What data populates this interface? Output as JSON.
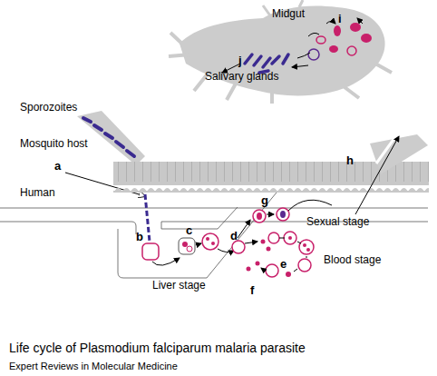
{
  "diagram": {
    "caption": "Life cycle of Plasmodium falciparum malaria parasite",
    "labels": [
      "Midgut",
      "i",
      "Salivary glands",
      "j",
      "Sporozoites",
      "Mosquito host",
      "a",
      "Human",
      "g",
      "h",
      "c",
      "b",
      "d",
      "Sexual stage",
      "e",
      "Blood stage",
      "Liver stage",
      "f",
      "Expert Reviews in Molecular Medicine"
    ]
  }
}
